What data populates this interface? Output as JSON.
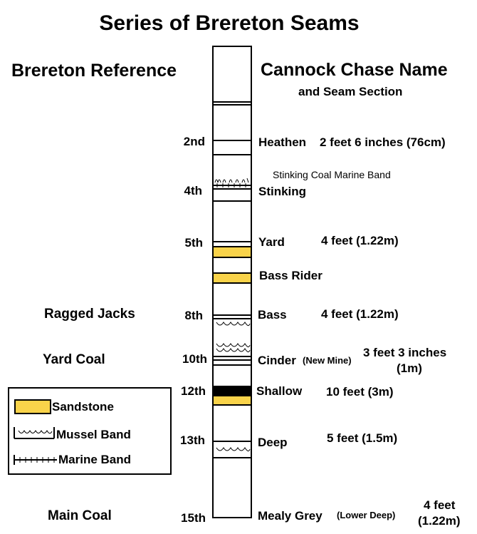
{
  "title": "Series of Brereton Seams",
  "headers": {
    "left": "Brereton Reference",
    "right": "Cannock Chase Name",
    "right_sub": "and Seam Section"
  },
  "seams": [
    {
      "num": "2nd",
      "name": "Heathen",
      "thickness": "2 feet 6 inches (76cm)"
    },
    {
      "num": "4th",
      "name": "Stinking",
      "note": "Stinking Coal Marine Band"
    },
    {
      "num": "5th",
      "name": "Yard",
      "thickness": "4 feet (1.22m)"
    },
    {
      "name": "Bass Rider"
    },
    {
      "num": "8th",
      "name": "Bass",
      "thickness": "4 feet (1.22m)",
      "ref": "Ragged Jacks"
    },
    {
      "num": "10th",
      "name": "Cinder",
      "qualifier": "(New Mine)",
      "thickness_line1": "3 feet 3 inches",
      "thickness_line2": "(1m)",
      "ref": "Yard Coal"
    },
    {
      "num": "12th",
      "name": "Shallow",
      "thickness": "10 feet (3m)"
    },
    {
      "num": "13th",
      "name": "Deep",
      "thickness": "5 feet (1.5m)"
    },
    {
      "num": "15th",
      "name": "Mealy Grey",
      "qualifier": "(Lower Deep)",
      "thickness_line1": "4 feet",
      "thickness_line2": "(1.22m)",
      "ref": "Main Coal"
    }
  ],
  "legend": {
    "sandstone": "Sandstone",
    "mussel": "Mussel Band",
    "marine": "Marine Band"
  },
  "colors": {
    "sandstone": "#f9d34a",
    "coal": "#000000"
  }
}
